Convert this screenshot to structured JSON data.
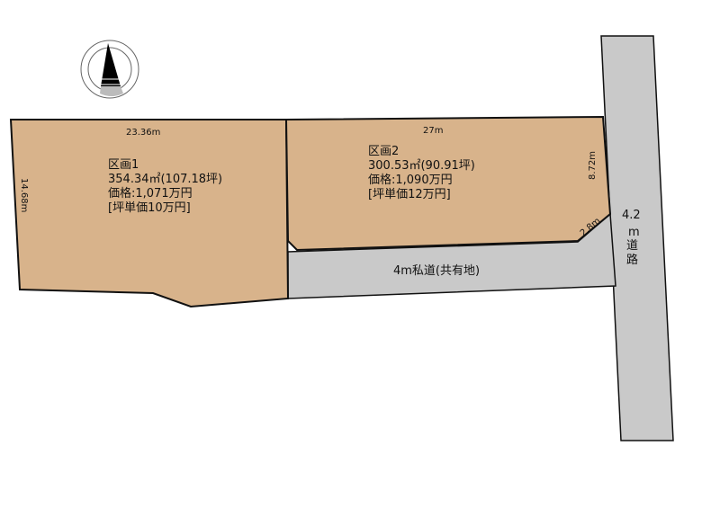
{
  "lots": [
    {
      "name": "区画1",
      "area": "354.34㎡(107.18坪)",
      "price": "価格:1,071万円",
      "unit_price": "[坪単価10万円]",
      "frontage": "23.36m",
      "depth": "14.68m"
    },
    {
      "name": "区画2",
      "area": "300.53㎡(90.91坪)",
      "price": "価格:1,090万円",
      "unit_price": "[坪単価12万円]",
      "frontage": "27m",
      "side": "8.72m",
      "corner_cut": "2.8m"
    }
  ],
  "roads": {
    "private": "4m私道(共有地)",
    "public_line1": "4.2",
    "public_line2": "m",
    "public_line3": "道",
    "public_line4": "路"
  },
  "colors": {
    "lot": "#d8b38b",
    "road": "#c9c9c9",
    "line": "#111111"
  }
}
